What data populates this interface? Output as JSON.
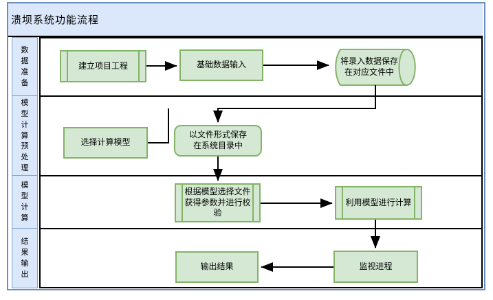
{
  "diagram": {
    "title": "溃坝系统功能流程",
    "lanes": [
      {
        "label": "数据准备"
      },
      {
        "label": "模型计算预处理"
      },
      {
        "label": "模型计算"
      },
      {
        "label": "结果输出"
      }
    ],
    "nodes": {
      "create_project": "建立项目工程",
      "basic_data_input": "基础数据输入",
      "save_to_file": "将录入数据保存在对应文件中",
      "select_model": "选择计算模型",
      "save_system_dir": "以文件形式保存在系统目录中",
      "get_params_verify": "根据模型选择文件获得参数并进行校验",
      "run_model": "利用模型进行计算",
      "monitor_process": "监视进程",
      "output_result": "输出结果"
    },
    "colors": {
      "frame_border": "#6c8ebf",
      "header_fill": "#dbe8fb",
      "lane_label_border": "#7ba0cd",
      "node_fill": "#d5e8d4",
      "node_border": "#82b366",
      "connector": "#000000"
    }
  }
}
